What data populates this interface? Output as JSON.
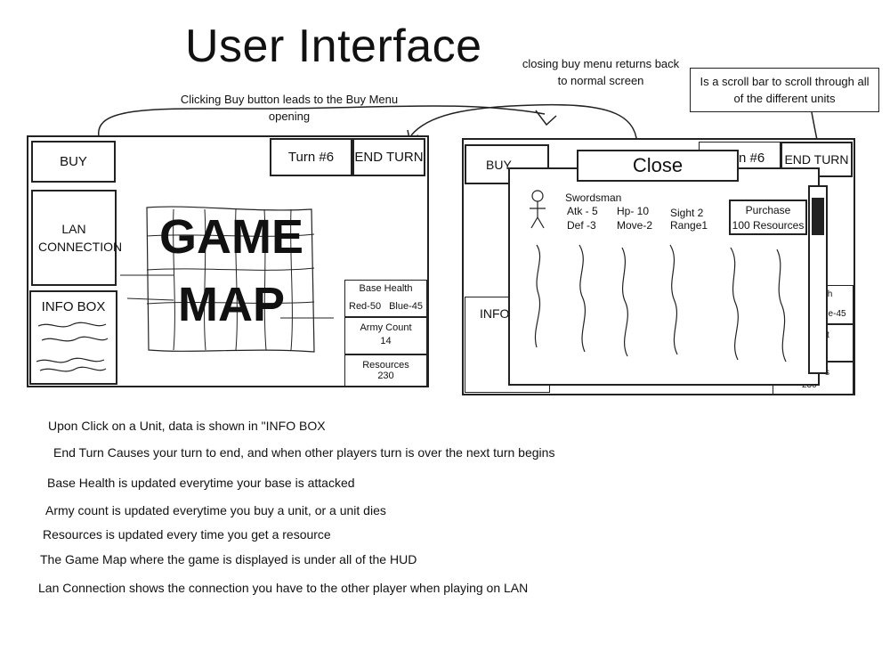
{
  "title": "User Interface",
  "notes": {
    "buy_arrow": "Clicking Buy button leads to the Buy Menu opening",
    "close_note": "closing buy menu returns back to normal screen",
    "scroll_note": "Is a scroll bar to scroll through all of the different units"
  },
  "screen1": {
    "buy": "BUY",
    "turn": "Turn #6",
    "end_turn": "END TURN",
    "lan": "LAN CONNECTION",
    "info_box": "INFO BOX",
    "game_map_line1": "GAME",
    "game_map_line2": "MAP",
    "base_health_label": "Base Health",
    "red_health": "Red-50",
    "blue_health": "Blue-45",
    "army_count_label": "Army Count",
    "army_count_value": "14",
    "resources_label": "Resources",
    "resources_value": "230"
  },
  "screen2": {
    "buy": "BUY",
    "turn_partial": "n #6",
    "end_turn": "END TURN",
    "info_partial": "INFO",
    "close": "Close",
    "unit_name": "Swordsman",
    "atk": "Atk - 5",
    "def": "Def -3",
    "hp": "Hp- 10",
    "move": "Move-2",
    "sight": "Sight 2",
    "range": "Range1",
    "purchase_line1": "Purchase",
    "purchase_line2": "100 Resources",
    "side_partial1": "th",
    "side_partial2": "ue-45",
    "side_partial3": "t",
    "side_partial4": "s",
    "side_partial5": "230"
  },
  "descriptions": [
    "Upon Click on a Unit, data is shown in \"INFO BOX",
    "End Turn Causes your turn to end, and when other players turn is over the next turn begins",
    "Base Health is updated everytime your base is attacked",
    "Army count is updated everytime you buy a unit, or a unit dies",
    "Resources is updated every time you get a resource",
    "The Game Map where the game is displayed is under all of the HUD",
    "Lan Connection shows the connection you have to the other player when playing on LAN"
  ]
}
